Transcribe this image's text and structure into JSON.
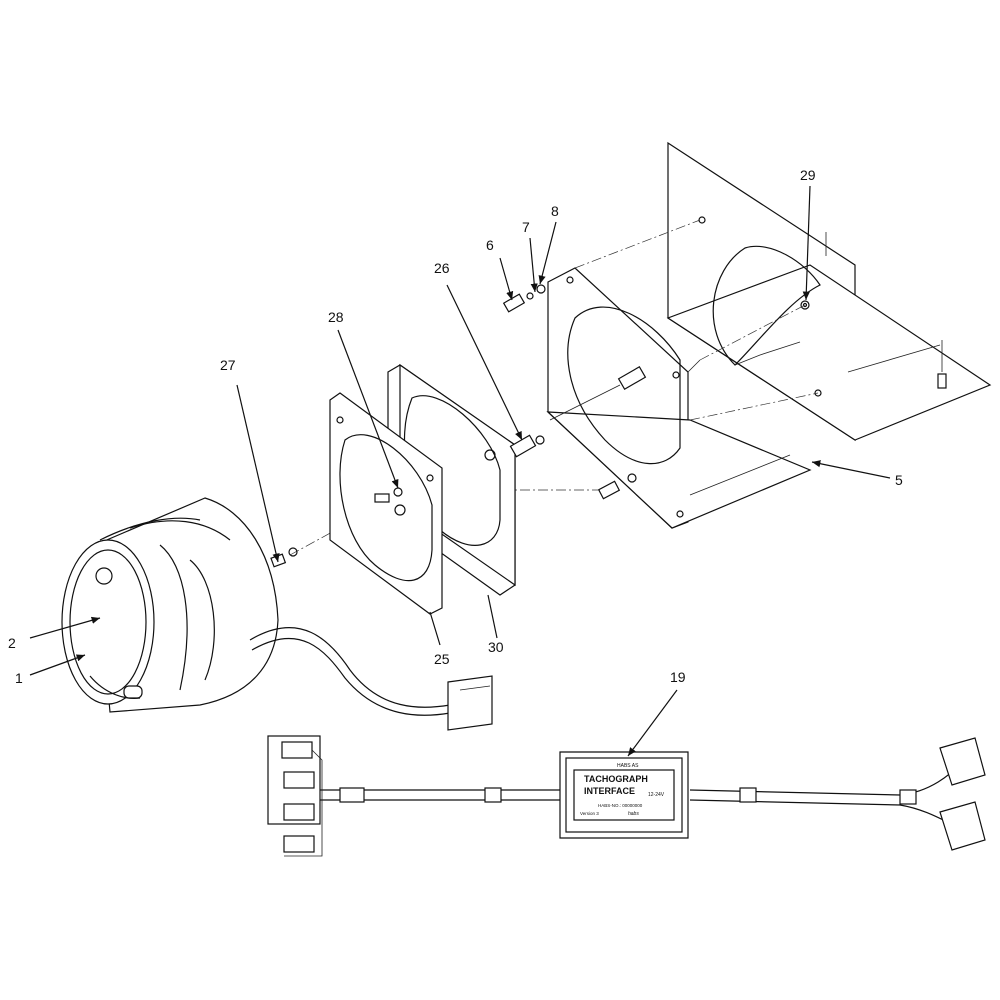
{
  "callouts": [
    "1",
    "2",
    "5",
    "6",
    "7",
    "8",
    "19",
    "25",
    "26",
    "27",
    "28",
    "29",
    "30"
  ],
  "interface_box": {
    "maker": "HABS AS",
    "title_line1": "TACHOGRAPH",
    "title_line2": "INTERFACE",
    "voltage": "12-24V",
    "part_no": "HABS-NO.: 00000000",
    "version": "Version 3",
    "brand": "habs"
  }
}
